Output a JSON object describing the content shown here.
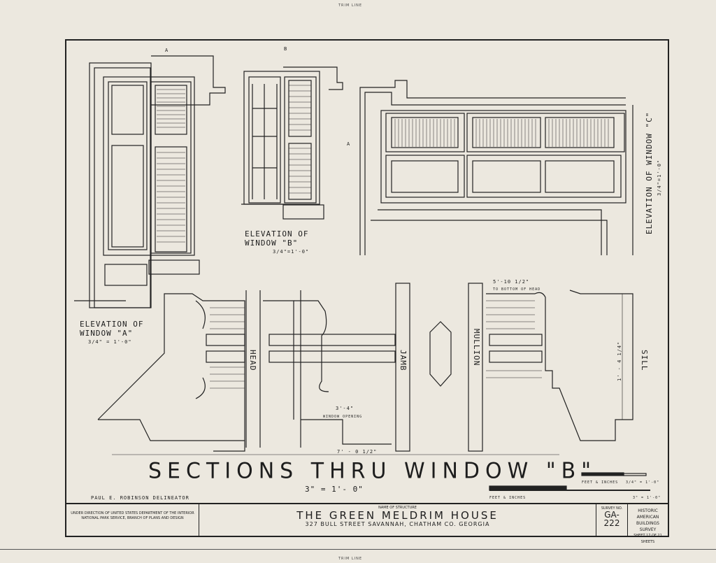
{
  "sheet": {
    "trim_line_top": "TRIM LINE",
    "trim_line_bottom": "TRIM LINE"
  },
  "drawings": {
    "window_a": {
      "title": "ELEVATION OF",
      "title2": "WINDOW \"A\"",
      "scale": "3/4\" = 1'-0\"",
      "section_mark": "A"
    },
    "window_b": {
      "title": "ELEVATION OF",
      "title2": "WINDOW \"B\"",
      "scale": "3/4\"=1'-0\"",
      "section_mark": "B"
    },
    "window_c": {
      "title": "ELEVATION OF WINDOW \"C\"",
      "scale": "3/4\"=1'-0\"",
      "section_mark": "A"
    },
    "sections": {
      "title": "SECTIONS THRU WINDOW \"B\"",
      "scale": "3\" = 1'- 0\"",
      "labels": {
        "head": "HEAD",
        "jamb": "JAMB",
        "mullion": "MULLION",
        "sill": "SILL"
      },
      "dimensions": {
        "window_opening": "3'-4\"",
        "window_opening_label": "WINDOW OPENING",
        "overall": "7' - 0 1/2\"",
        "to_bottom_of_head": "5'-10 1/2\"",
        "to_bottom_of_head_label": "TO BOTTOM OF HEAD",
        "sill_height": "1' - 4 1/4\""
      }
    }
  },
  "scales": {
    "small_label": "FEET & INCHES",
    "small_scale": "3/4\" = 1'-0\"",
    "large_label": "FEET & INCHES",
    "large_scale": "3\" = 1'-0\""
  },
  "delineator": "PAUL E. ROBINSON   DELINEATOR",
  "title_block": {
    "agency": "UNDER DIRECTION OF UNITED STATES DEPARTMENT OF THE INTERIOR NATIONAL PARK SERVICE, BRANCH OF PLANS AND DESIGN",
    "name_label": "NAME OF STRUCTURE",
    "structure_name": "THE  GREEN  MELDRIM  HOUSE",
    "address": "327 BULL STREET  SAVANNAH, CHATHAM CO. GEORGIA",
    "survey_label": "SURVEY NO.",
    "survey_no": "GA-",
    "survey_no2": "222",
    "program": "HISTORIC AMERICAN",
    "program2": "BUILDINGS SURVEY",
    "sheet": "SHEET 17 OF 21 SHEETS"
  }
}
